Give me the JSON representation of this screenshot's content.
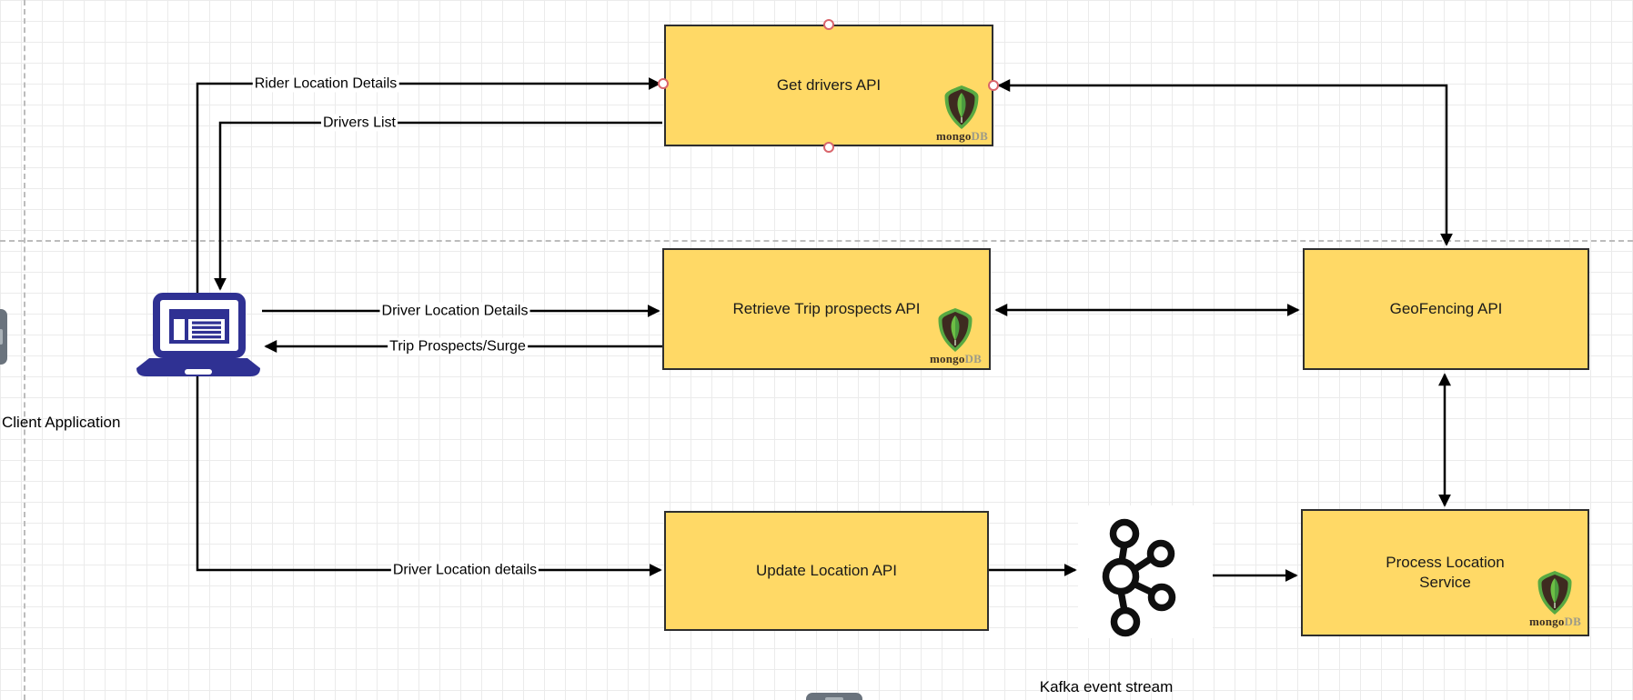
{
  "colors": {
    "grid_line": "#ebebeb",
    "guide_dash": "#bcbcbc",
    "node_fill": "#FFD966",
    "node_border": "#2e2e2e",
    "label_color": "#1a1a1a",
    "edge_color": "#000000",
    "laptop_blue": "#2F3193",
    "mongo_green": "#58A942",
    "mongo_dark": "#3E2A20",
    "mongo_leaf_light": "#6DBE45",
    "mongo_leaf_dark": "#4C9C3F",
    "kafka_black": "#0f0f0f",
    "connection_point_ring": "#d9656b",
    "handle_gray": "#6a737d",
    "handle_bar_gray": "#a9b1b7"
  },
  "nodes": {
    "get_drivers": {
      "label": "Get drivers API",
      "has_mongodb_badge": true
    },
    "retrieve_trip": {
      "label": "Retrieve Trip prospects API",
      "has_mongodb_badge": true
    },
    "geofencing": {
      "label": "GeoFencing API",
      "has_mongodb_badge": false
    },
    "update_location": {
      "label": "Update Location API",
      "has_mongodb_badge": false
    },
    "process_location": {
      "label": "Process Location Service",
      "has_mongodb_badge": true
    }
  },
  "edges": {
    "rider_location": {
      "label": "Rider Location Details",
      "from": "client-application",
      "to": "get-drivers-api"
    },
    "drivers_list": {
      "label": "Drivers List",
      "from": "get-drivers-api",
      "to": "client-application"
    },
    "driver_location_details": {
      "label": "Driver Location Details",
      "from": "client-application",
      "to": "retrieve-trip-prospects-api"
    },
    "trip_prospects_surge": {
      "label": "Trip Prospects/Surge",
      "from": "retrieve-trip-prospects-api",
      "to": "client-application"
    },
    "driver_location_details_lower": {
      "label": "Driver Location details",
      "from": "client-application",
      "to": "update-location-api"
    }
  },
  "annotations": {
    "client_application": "Client Application",
    "kafka_event_stream": "Kafka event stream"
  },
  "mongodb_badge": {
    "mongo": "mongo",
    "db": "DB"
  },
  "icons": {
    "laptop": "laptop-icon",
    "kafka": "kafka-icon",
    "mongodb": "mongodb-icon"
  }
}
